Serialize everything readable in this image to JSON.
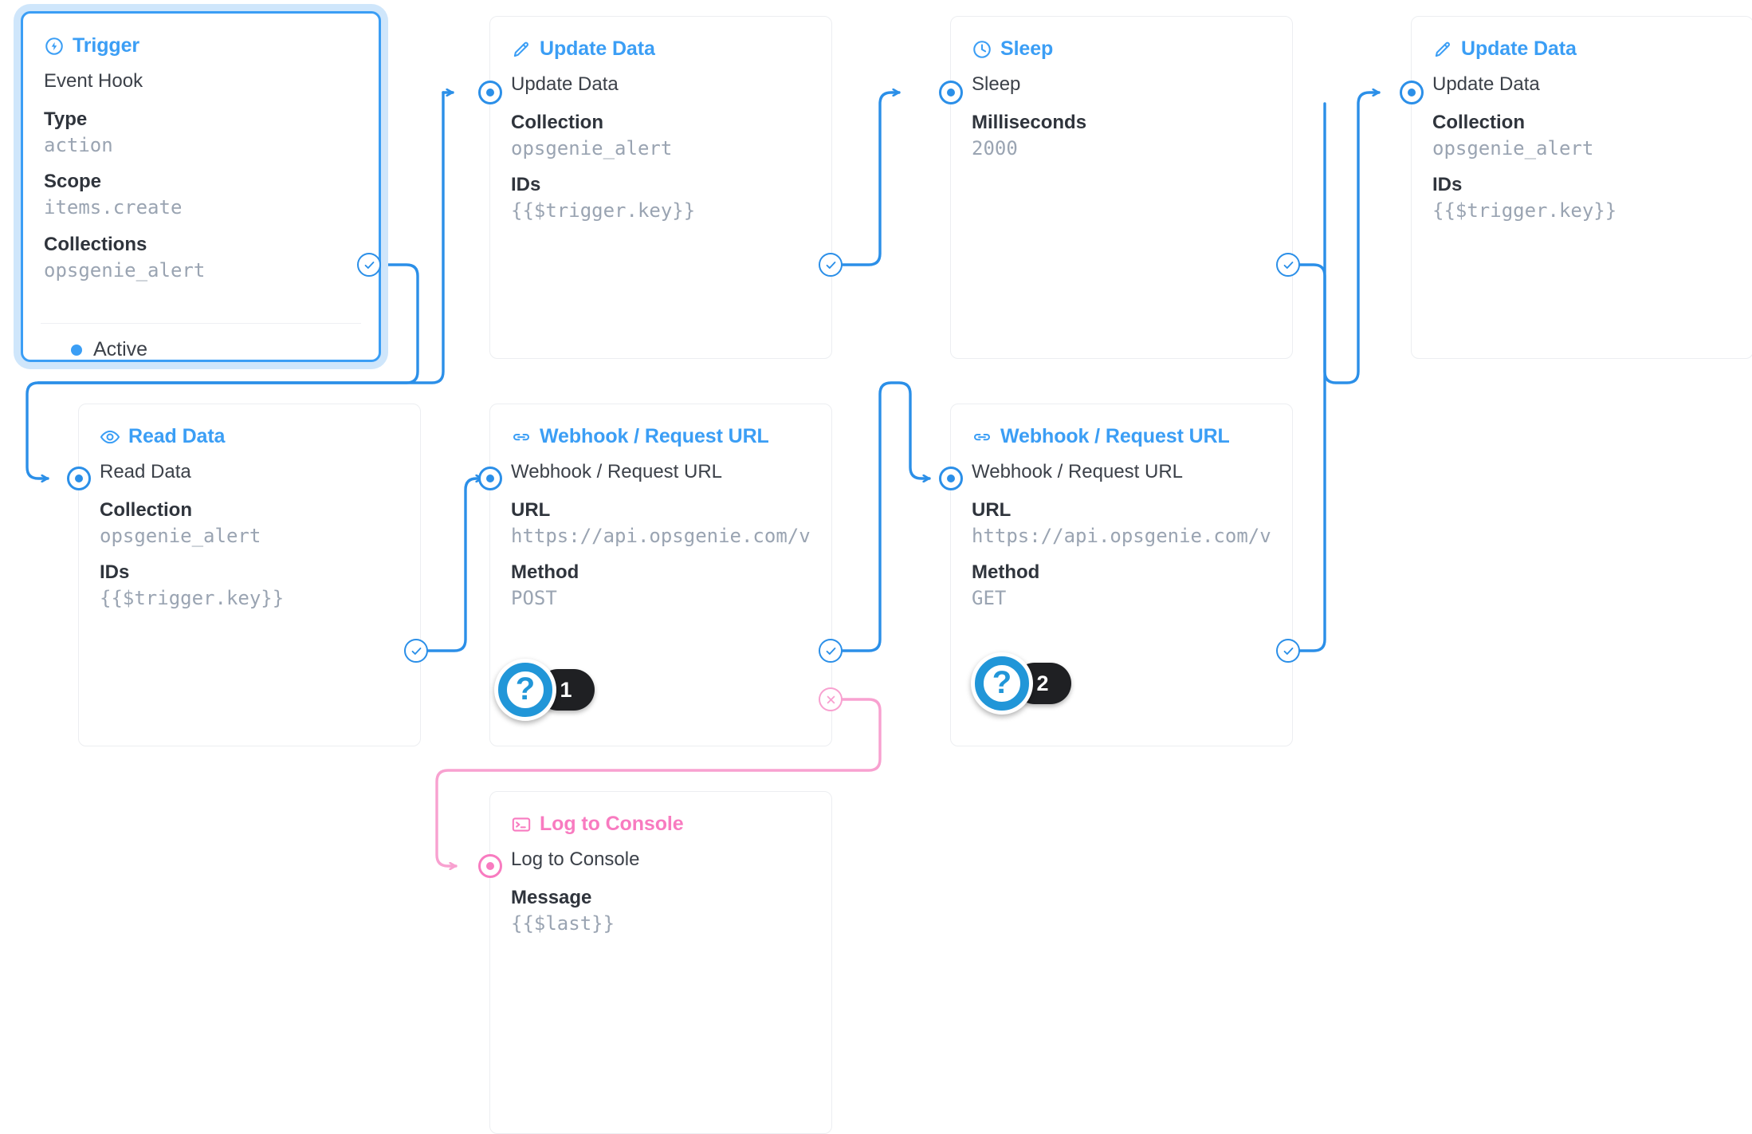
{
  "flow": {
    "nodes": [
      {
        "id": "trigger",
        "type_label": "Trigger",
        "icon": "lightning-circle-icon",
        "selected": true,
        "accent": "#3b9ef5",
        "row_name": "Event Hook",
        "fields": [
          {
            "label": "Type",
            "value": "action"
          },
          {
            "label": "Scope",
            "value": "items.create"
          },
          {
            "label": "Collections",
            "value": "opsgenie_alert"
          }
        ],
        "status": "Active"
      },
      {
        "id": "update-data-1",
        "type_label": "Update Data",
        "icon": "pencil-icon",
        "accent": "#3b9ef5",
        "row_name": "Update Data",
        "fields": [
          {
            "label": "Collection",
            "value": "opsgenie_alert"
          },
          {
            "label": "IDs",
            "value": "{{$trigger.key}}"
          }
        ]
      },
      {
        "id": "sleep",
        "type_label": "Sleep",
        "icon": "clock-icon",
        "accent": "#3b9ef5",
        "row_name": "Sleep",
        "fields": [
          {
            "label": "Milliseconds",
            "value": "2000"
          }
        ]
      },
      {
        "id": "update-data-2",
        "type_label": "Update Data",
        "icon": "pencil-icon",
        "accent": "#3b9ef5",
        "row_name": "Update Data",
        "fields": [
          {
            "label": "Collection",
            "value": "opsgenie_alert"
          },
          {
            "label": "IDs",
            "value": "{{$trigger.key}}"
          }
        ]
      },
      {
        "id": "read-data",
        "type_label": "Read Data",
        "icon": "eye-icon",
        "accent": "#3b9ef5",
        "row_name": "Read Data",
        "fields": [
          {
            "label": "Collection",
            "value": "opsgenie_alert"
          },
          {
            "label": "IDs",
            "value": "{{$trigger.key}}"
          }
        ]
      },
      {
        "id": "webhook-post",
        "type_label": "Webhook / Request URL",
        "icon": "link-icon",
        "accent": "#3b9ef5",
        "row_name": "Webhook / Request URL",
        "fields": [
          {
            "label": "URL",
            "value": "https://api.opsgenie.com/v…"
          },
          {
            "label": "Method",
            "value": "POST"
          }
        ]
      },
      {
        "id": "webhook-get",
        "type_label": "Webhook / Request URL",
        "icon": "link-icon",
        "accent": "#3b9ef5",
        "row_name": "Webhook / Request URL",
        "fields": [
          {
            "label": "URL",
            "value": "https://api.opsgenie.com/v…"
          },
          {
            "label": "Method",
            "value": "GET"
          }
        ]
      },
      {
        "id": "log-to-console",
        "type_label": "Log to Console",
        "icon": "terminal-icon",
        "accent": "#f87bc0",
        "row_name": "Log to Console",
        "fields": [
          {
            "label": "Message",
            "value": "{{$last}}"
          }
        ]
      }
    ],
    "badges": [
      {
        "id": "badge-1",
        "symbol": "?",
        "count": "1"
      },
      {
        "id": "badge-2",
        "symbol": "?",
        "count": "2"
      }
    ],
    "colors": {
      "accent_blue": "#3b9ef5",
      "wire_blue": "#2b8fe8",
      "reject_pink": "#f8a1d0",
      "pink_accent": "#f87bc0",
      "label_dark": "#2f343c",
      "value_gray": "#9aa4b2",
      "badge_black": "#1f2023"
    }
  }
}
